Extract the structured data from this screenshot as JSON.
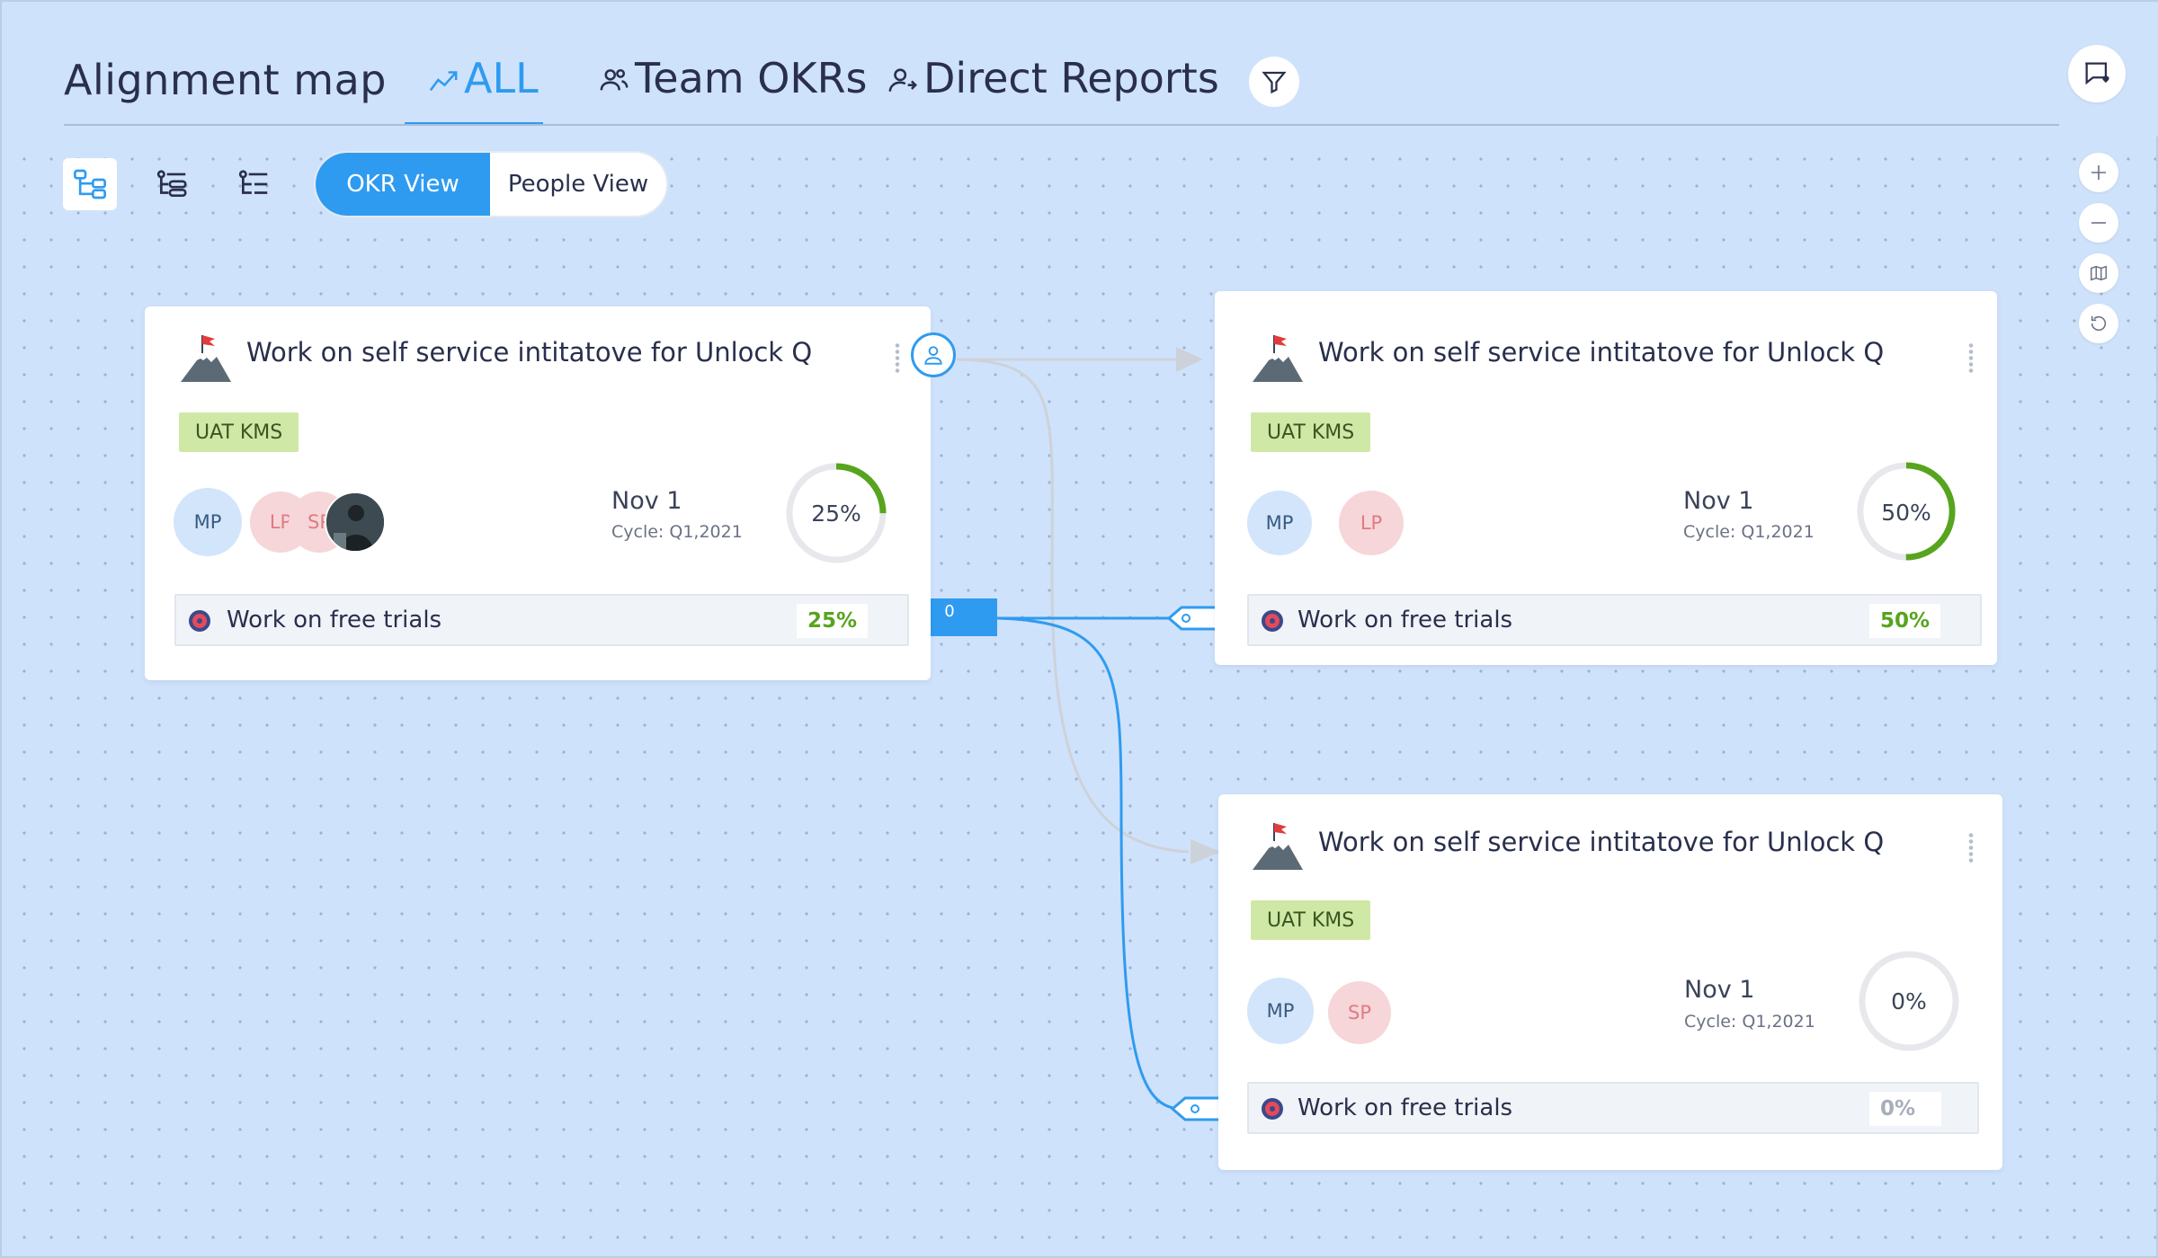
{
  "header": {
    "title": "Alignment map",
    "tabs": [
      {
        "label": "ALL",
        "active": true
      },
      {
        "label": "Team OKRs",
        "active": false
      },
      {
        "label": "Direct Reports",
        "active": false
      }
    ]
  },
  "toolbar": {
    "view_toggle": [
      "OKR View",
      "People View"
    ],
    "active_view": "OKR View"
  },
  "connector_count": "0",
  "cards": [
    {
      "title": "Work on self service intitatove for Unlock Q",
      "team": "UAT KMS",
      "owners": [
        "MP",
        "LP",
        "SP"
      ],
      "due": "Nov 1",
      "cycle": "Cycle: Q1,2021",
      "progress": "25%",
      "kr": {
        "title": "Work on free trials",
        "pct": "25%"
      }
    },
    {
      "title": "Work on self service intitatove for Unlock Q",
      "team": "UAT KMS",
      "owners": [
        "MP",
        "LP"
      ],
      "due": "Nov 1",
      "cycle": "Cycle: Q1,2021",
      "progress": "50%",
      "kr": {
        "title": "Work on free trials",
        "pct": "50%"
      }
    },
    {
      "title": "Work on self service intitatove for Unlock Q",
      "team": "UAT KMS",
      "owners": [
        "MP",
        "SP"
      ],
      "due": "Nov 1",
      "cycle": "Cycle: Q1,2021",
      "progress": "0%",
      "kr": {
        "title": "Work on free trials",
        "pct": "0%"
      }
    }
  ],
  "colors": {
    "accent": "#2f9bf0",
    "progress": "#57a41e",
    "canvas": "#cfe2fb",
    "tag": "#cfe8a6"
  },
  "icons": [
    "alignment-icon",
    "team-icon",
    "direct-reports-icon",
    "filter-icon",
    "chat-icon",
    "zoom-in-icon",
    "zoom-out-icon",
    "map-icon",
    "reset-icon",
    "objective-flag-icon",
    "target-icon",
    "person-icon"
  ]
}
